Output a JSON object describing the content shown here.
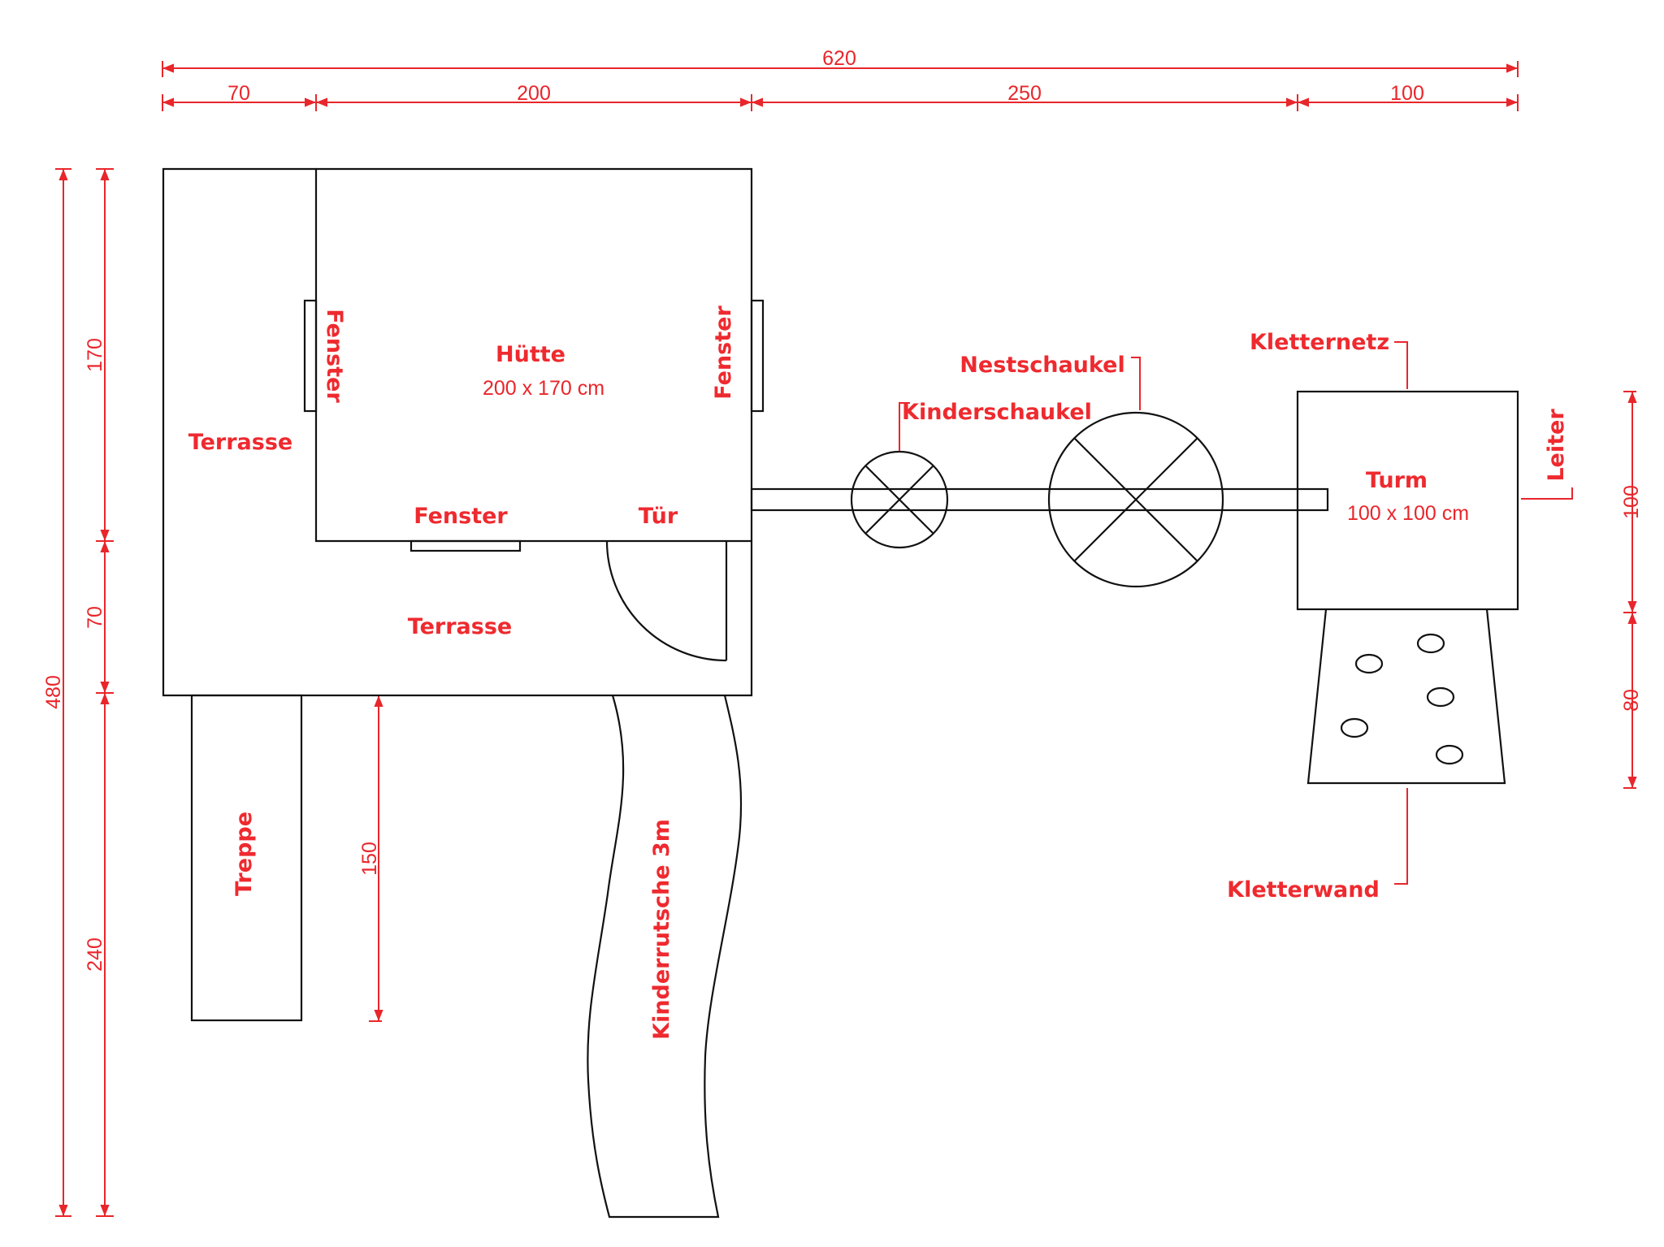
{
  "dimensions": {
    "top_total": "620",
    "top_segments": [
      "70",
      "200",
      "250",
      "100"
    ],
    "left_total": "480",
    "left_segments": [
      "170",
      "70",
      "240"
    ],
    "stair_depth": "150",
    "tower_height": "100",
    "wall_height": "80"
  },
  "labels": {
    "huette": "Hütte",
    "huette_size": "200 x 170 cm",
    "terrasse_side": "Terrasse",
    "terrasse_front": "Terrasse",
    "fenster_left": "Fenster",
    "fenster_right": "Fenster",
    "fenster_bottom": "Fenster",
    "tuer": "Tür",
    "treppe": "Treppe",
    "rutsche": "Kinderrutsche 3m",
    "kinderschaukel": "Kinderschaukel",
    "nestschaukel": "Nestschaukel",
    "kletternetz": "Kletternetz",
    "turm": "Turm",
    "turm_size": "100 x 100 cm",
    "leiter": "Leiter",
    "kletterwand": "Kletterwand"
  },
  "colors": {
    "annotation": "#e8262b",
    "outline": "#111111",
    "background": "#ffffff"
  }
}
